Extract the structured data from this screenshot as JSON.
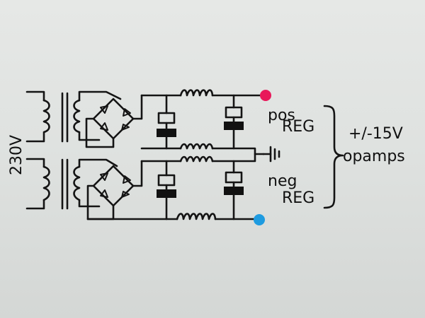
{
  "diagram": {
    "input_label": "230V",
    "pos_reg_line1": "pos",
    "pos_reg_line2": "REG",
    "neg_reg_line1": "neg",
    "neg_reg_line2": "REG",
    "output_label_line1": "+/-15V",
    "output_label_line2": "opamps"
  },
  "colors": {
    "positive_terminal": "#e8185a",
    "negative_terminal": "#1e9be0",
    "ink": "#141414",
    "whiteboard": "#e2e4e2"
  }
}
